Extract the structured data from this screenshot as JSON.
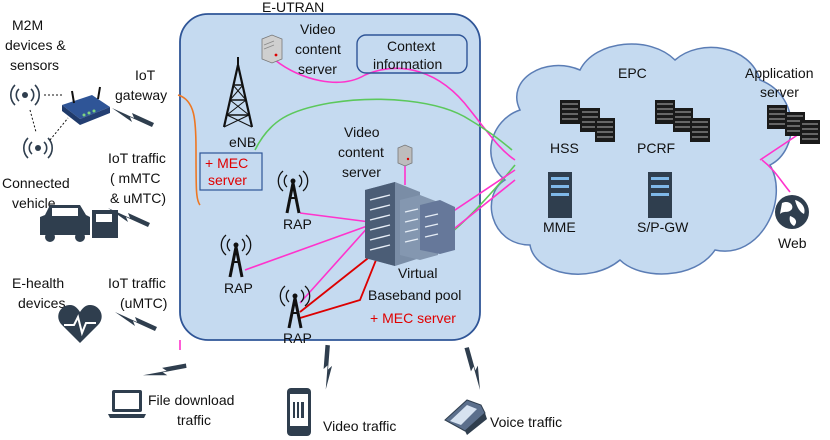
{
  "eutran": {
    "title": "E-UTRAN"
  },
  "epc": {
    "title": "EPC"
  },
  "left_labels": {
    "m2m": [
      "M2M",
      "devices &",
      "sensors"
    ],
    "iot_gateway": [
      "IoT",
      "gateway"
    ],
    "iot_traffic_1": [
      "IoT traffic",
      "( mMTC",
      "& uMTC)"
    ],
    "connected_vehicle": [
      "Connected",
      "vehicle"
    ],
    "ehealth": [
      "E-health",
      "devices"
    ],
    "iot_traffic_2": [
      "IoT traffic",
      "(uMTC)"
    ]
  },
  "enb": {
    "label": "eNB",
    "mec": [
      "+ MEC",
      "server"
    ]
  },
  "video_server_top": [
    "Video",
    "content",
    "server"
  ],
  "context_info": [
    "Context",
    "information"
  ],
  "video_server_mid": [
    "Video",
    "content",
    "server"
  ],
  "rap_label": "RAP",
  "baseband": {
    "lines": [
      "Virtual",
      "Baseband pool"
    ],
    "mec": "+ MEC server"
  },
  "epc_nodes": {
    "hss": "HSS",
    "pcrf": "PCRF",
    "mme": "MME",
    "spgw": "S/P-GW"
  },
  "app_server": [
    "Application",
    "server"
  ],
  "web": "Web",
  "bottom": {
    "file_download": [
      "File download",
      "traffic"
    ],
    "video": "Video traffic",
    "voice": "Voice traffic"
  },
  "colors": {
    "eutran_fill": "#c5daf0",
    "eutran_stroke": "#2f5597",
    "cloud_fill": "#c5daf0",
    "magenta": "#ff33cc",
    "green": "#5cc85c",
    "red": "#dd0000",
    "orange": "#ee7722",
    "dark": "#2f3e4e"
  }
}
